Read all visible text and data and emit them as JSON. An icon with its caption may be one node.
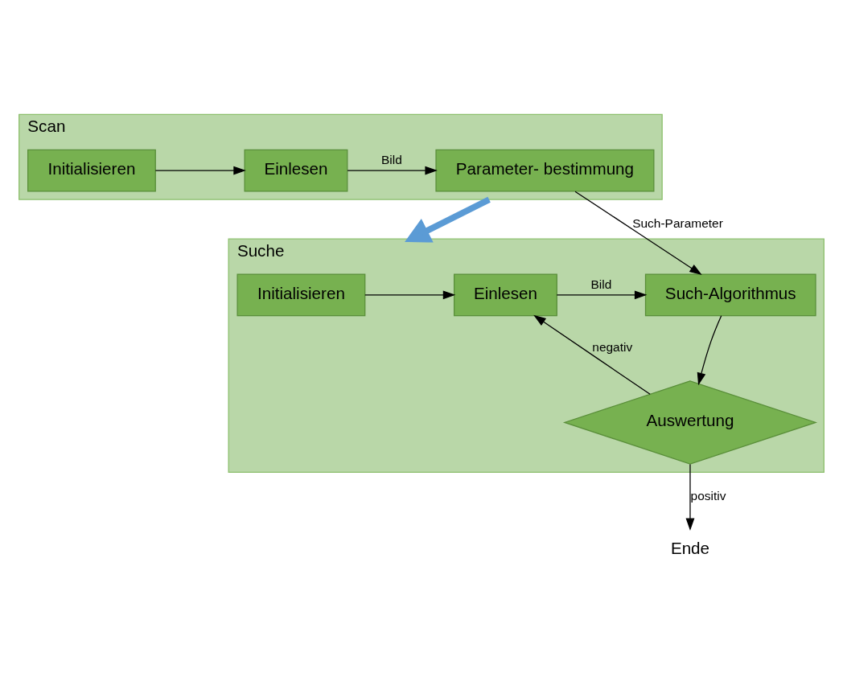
{
  "diagram": {
    "nodes": [
      {
        "text": [
          "Scan"
        ]
      },
      {
        "text": [
          "Initialisieren"
        ],
        "in": 0
      },
      {
        "text": [
          "Einlesen"
        ],
        "in": 0
      },
      {
        "text": [
          "Parameter- bestimmung"
        ],
        "in": 0
      },
      {
        "text": [
          "Suche"
        ]
      },
      {
        "text": [
          "Initialisieren"
        ],
        "in": 4
      },
      {
        "text": [
          "Einlesen"
        ],
        "in": 4
      },
      {
        "text": [
          "Such-Algorithmus"
        ],
        "in": 4
      },
      {
        "text": [
          "Auswertung"
        ],
        "in": 4
      },
      {
        "text": [
          "Ende"
        ]
      }
    ],
    "edges": [
      {
        "from": 1,
        "to": 2,
        "arrow": "to"
      },
      {
        "from": 2,
        "to": 3,
        "arrow": "to",
        "label": "Bild"
      },
      {
        "from": 3,
        "to": 7,
        "arrow": "to",
        "label": "Such-Parameter"
      },
      {
        "from": 0,
        "to": 4,
        "arrow": "to",
        "style": "thick",
        "color": "#5b9bd5"
      },
      {
        "from": 5,
        "to": 6,
        "arrow": "to"
      },
      {
        "from": 6,
        "to": 7,
        "arrow": "to",
        "label": "Bild"
      },
      {
        "from": 7,
        "to": 8,
        "arrow": "to"
      },
      {
        "from": 8,
        "to": 6,
        "arrow": "to",
        "label": "negativ"
      },
      {
        "from": 8,
        "to": 9,
        "arrow": "to",
        "label": "positiv"
      }
    ]
  }
}
